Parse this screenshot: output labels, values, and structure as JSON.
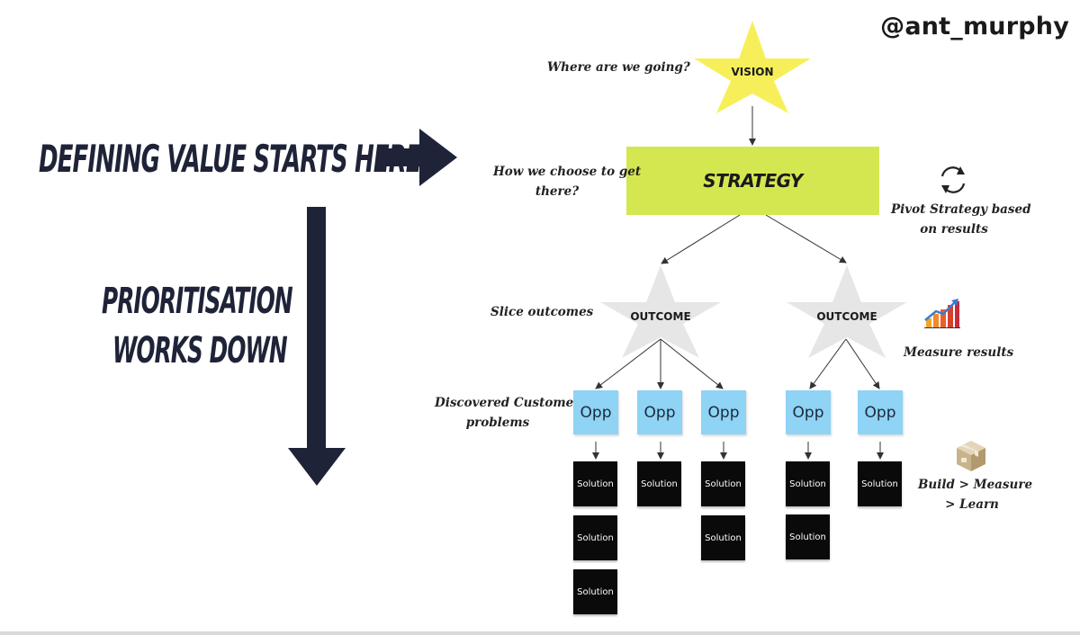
{
  "handle": "@ant_murphy",
  "left": {
    "headline": "DEFINING VALUE STARTS HERE",
    "prioritisation_line1": "PRIORITISATION",
    "prioritisation_line2": "WORKS DOWN"
  },
  "vision": {
    "label": "VISION",
    "note": "Where are we going?"
  },
  "strategy": {
    "label": "STRATEGY",
    "note_line1": "How we choose to get",
    "note_line2": "there?",
    "pivot_line1": "Pivot Strategy based",
    "pivot_line2": "on results"
  },
  "outcomes": {
    "note": "Slice outcomes",
    "left_label": "OUTCOME",
    "right_label": "OUTCOME",
    "measure_note": "Measure results"
  },
  "opps": {
    "note_line1": "Discovered Customer",
    "note_line2": "problems",
    "label": "Opp"
  },
  "solutions": {
    "label": "Solution",
    "build_line1": "Build > Measure",
    "build_line2": "> Learn"
  },
  "colors": {
    "navy": "#1e2338",
    "strategy_green": "#d5e750",
    "vision_yellow": "#f7ef5a",
    "outcome_gray": "#e6e6e6",
    "opp_blue": "#8fd3f5",
    "solution_black": "#0a0a0a"
  },
  "icons": [
    "refresh-cycle-icon",
    "growth-chart-icon",
    "package-box-icon"
  ]
}
